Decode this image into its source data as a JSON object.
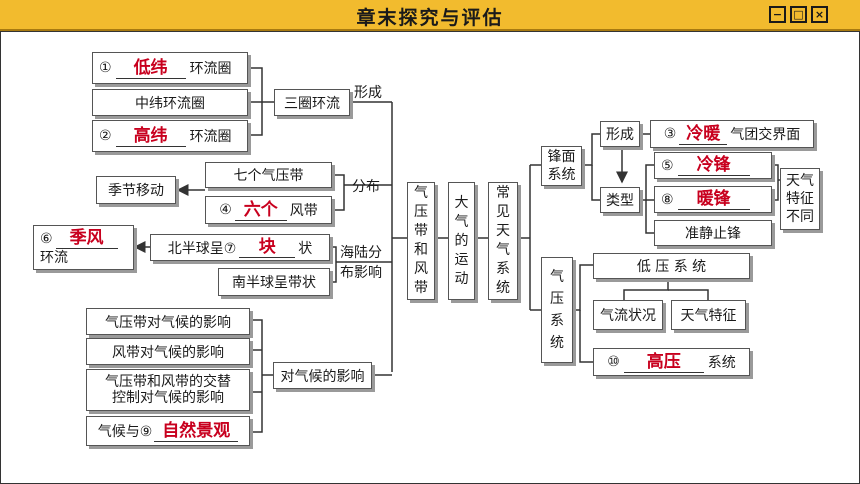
{
  "window": {
    "title": "章末探究与评估",
    "minimize": "−",
    "maximize": "□",
    "close": "×"
  },
  "circulation": {
    "label": "三圈环流",
    "edge_label": "形成",
    "item1": {
      "num": "①",
      "answer": "低纬",
      "suffix": "环流圈"
    },
    "item2": {
      "text": "中纬环流圈"
    },
    "item3": {
      "num": "②",
      "answer": "高纬",
      "suffix": "环流圈"
    }
  },
  "distribution": {
    "edge_label": "分布",
    "item1": "七个气压带",
    "item2": {
      "num": "④",
      "answer": "六个",
      "suffix": "风带"
    },
    "seasonal": "季节移动"
  },
  "land_sea": {
    "edge_label": "海陆分布影响",
    "north": {
      "prefix": "北半球呈⑦",
      "answer": "块",
      "suffix": "状"
    },
    "south": "南半球呈带状",
    "monsoon": {
      "num": "⑥",
      "answer": "季风",
      "line2": "环流"
    }
  },
  "climate": {
    "label": "对气候的影响",
    "item1": "气压带对气候的影响",
    "item2": "风带对气候的影响",
    "item3_line1": "气压带和风带的交替",
    "item3_line2": "控制对气候的影响",
    "item4": {
      "prefix": "气候与⑨",
      "answer": "自然景观"
    }
  },
  "center": {
    "box1": "气压带和风带",
    "box2": "大气的运动",
    "box3": "常见天气系统"
  },
  "front": {
    "label": "锋面系统",
    "formation": "形成",
    "types": "类型",
    "item3": {
      "num": "③",
      "answer": "冷暖",
      "suffix": "气团交界面"
    },
    "item5": {
      "num": "⑤",
      "answer": "冷锋"
    },
    "item8": {
      "num": "⑧",
      "answer": "暖锋"
    },
    "stationary": "准静止锋",
    "note": "天气特征不同"
  },
  "pressure": {
    "label": "气压系统",
    "low": "低 压 系 统",
    "flow": "气流状况",
    "weather": "天气特征",
    "high": {
      "num": "⑩",
      "answer": "高压",
      "suffix": "系统"
    }
  }
}
